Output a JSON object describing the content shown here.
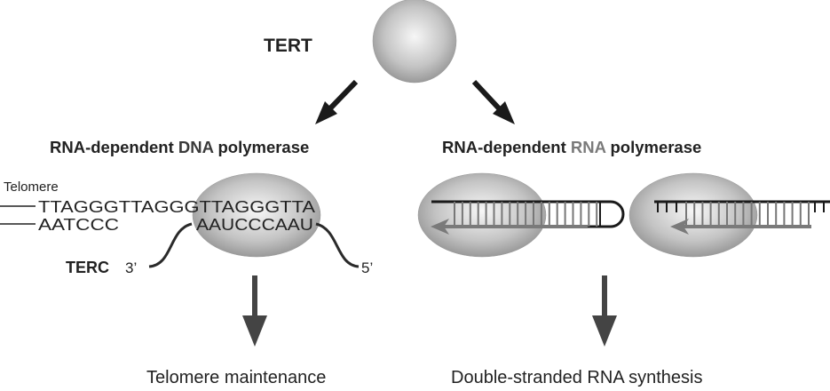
{
  "enzyme": {
    "label": "TERT"
  },
  "branches": [
    {
      "heading_pre": "RNA-dependent ",
      "heading_highlight": "DNA",
      "heading_post": " polymerase",
      "highlight_color": "#3a3a3a",
      "outcome": "Telomere maintenance"
    },
    {
      "heading_pre": "RNA-dependent ",
      "heading_highlight": "RNA",
      "heading_post": " polymerase",
      "highlight_color": "#7a7a7a",
      "outcome": "Double-stranded RNA synthesis"
    }
  ],
  "telomere": {
    "label": "Telomere",
    "top_strand": "TTAGGGTTAGGGTTAGGGTTA",
    "bottom_strand": "AATCCC",
    "template": "AAUCCCAAU"
  },
  "terc": {
    "label": "TERC",
    "end3": "3’",
    "end5": "5’"
  },
  "colors": {
    "ellipse_light": "#f2f2f2",
    "ellipse_dark": "#9a9a9a",
    "arrow_dark": "#1a1a1a",
    "arrow_gray": "#444444",
    "rna_strand": "#7a7a7a",
    "template_strand": "#1a1a1a"
  }
}
